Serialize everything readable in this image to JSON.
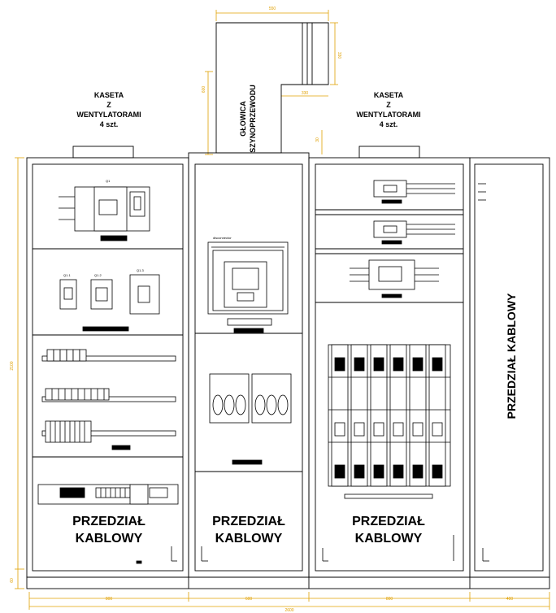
{
  "labels": {
    "kaseta_left": [
      "KASETA",
      "Z",
      "WENTYLATORAMI",
      "4 szt."
    ],
    "kaseta_right": [
      "KASETA",
      "Z",
      "WENTYLATORAMI",
      "4 szt."
    ],
    "glowica": [
      "GŁOWICA",
      "SZYNOPRZEWODU"
    ],
    "przedzial_1": [
      "PRZEDZIAŁ",
      "KABLOWY"
    ],
    "przedzial_2": [
      "PRZEDZIAŁ",
      "KABLOWY"
    ],
    "przedzial_3": [
      "PRZEDZIAŁ",
      "KABLOWY"
    ],
    "przedzial_vertical": "PRZEDZIAŁ KABLOWY"
  },
  "dimensions": {
    "top_width": "550",
    "top_height": "330",
    "top_inner": "330",
    "riser_height": "600",
    "cap_height": "30",
    "total_height": "2100",
    "plinth_height": "60",
    "widths": [
      "800",
      "600",
      "800",
      "400"
    ],
    "total_width": "2600"
  },
  "colors": {
    "line": "#000000",
    "dimension": "#e0a000"
  }
}
